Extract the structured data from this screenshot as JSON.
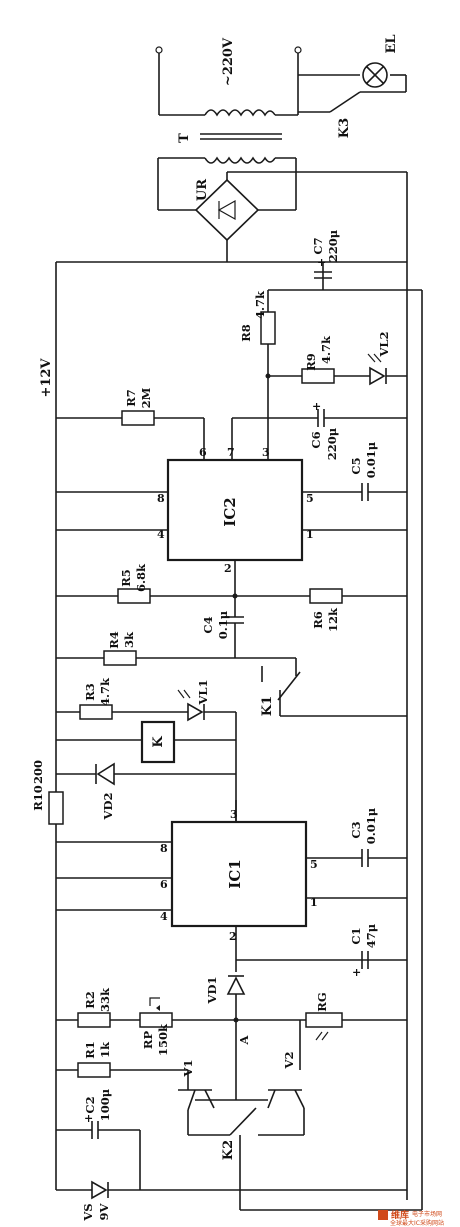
{
  "mains": "~220V",
  "lamp": "EL",
  "relay_contact_k3": "K3",
  "transformer": "T",
  "bridge": "UR",
  "supply": "+12V",
  "ic1": "IC1",
  "ic2": "IC2",
  "relay": "K",
  "relay_contact_k1": "K1",
  "relay_contact_k2": "K2",
  "node_a": "A",
  "components": {
    "c7": {
      "ref": "C7",
      "value": "220μ"
    },
    "r8": {
      "ref": "R8",
      "value": "4.7k"
    },
    "r9": {
      "ref": "R9",
      "value": "4.7k"
    },
    "vl2": "VL2",
    "r7": {
      "ref": "R7",
      "value": "2M"
    },
    "c6": {
      "ref": "C6",
      "value": "220μ"
    },
    "c5": {
      "ref": "C5",
      "value": "0.01μ"
    },
    "r5": {
      "ref": "R5",
      "value": "6.8k"
    },
    "r6": {
      "ref": "R6",
      "value": "12k"
    },
    "c4": {
      "ref": "C4",
      "value": "0.1μ"
    },
    "r4": {
      "ref": "R4",
      "value": "3k"
    },
    "r3": {
      "ref": "R3",
      "value": "4.7k"
    },
    "vl1": "VL1",
    "vd2": "VD2",
    "r10": {
      "ref": "R10",
      "value": "200"
    },
    "c3": {
      "ref": "C3",
      "value": "0.01μ"
    },
    "c1": {
      "ref": "C1",
      "value": "47μ"
    },
    "vd1": "VD1",
    "r2": {
      "ref": "R2",
      "value": "33k"
    },
    "rp": {
      "ref": "RP",
      "value": "150k"
    },
    "rg": "RG",
    "r1": {
      "ref": "R1",
      "value": "1k"
    },
    "v1": "V1",
    "v2": "V2",
    "c2": {
      "ref": "C2",
      "value": "100μ"
    },
    "vs": {
      "ref": "VS",
      "value": "9V"
    }
  },
  "ic2_pins": [
    "6",
    "7",
    "3",
    "8",
    "5",
    "4",
    "1",
    "2"
  ],
  "ic1_pins": [
    "3",
    "8",
    "6",
    "4",
    "5",
    "1",
    "2"
  ],
  "plus_mark": "+",
  "watermark": {
    "brand": "维库",
    "sub": "电子市场网",
    "tag": "全球最大IC采购网站"
  }
}
